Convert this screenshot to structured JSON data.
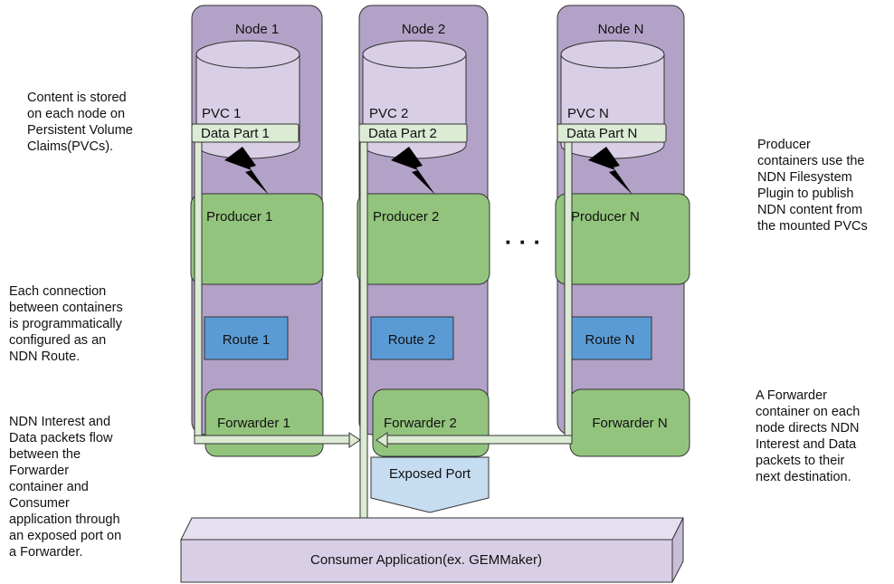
{
  "nodes": [
    {
      "title": "Node 1",
      "pvc": "PVC 1",
      "data_part": "Data Part 1",
      "producer": "Producer 1",
      "route": "Route 1",
      "forwarder": "Forwarder 1"
    },
    {
      "title": "Node 2",
      "pvc": "PVC 2",
      "data_part": "Data Part 2",
      "producer": "Producer 2",
      "route": "Route 2",
      "forwarder": "Forwarder 2"
    },
    {
      "title": "Node N",
      "pvc": "PVC N",
      "data_part": "Data Part N",
      "producer": "Producer N",
      "route": "Route N",
      "forwarder": "Forwarder N"
    }
  ],
  "ellipsis": "· · ·",
  "exposed_port": "Exposed Port",
  "consumer": "Consumer Application(ex. GEMMaker)",
  "notes": {
    "content": [
      "Content is stored",
      "on each node on",
      "Persistent Volume",
      "Claims(PVCs)."
    ],
    "connection": [
      "Each connection",
      "between containers",
      "is programmatically",
      "configured as an",
      "NDN Route."
    ],
    "packets": [
      "NDN Interest and",
      "Data packets flow",
      "between the",
      "Forwarder",
      "container and",
      "Consumer",
      "application through",
      "an exposed port on",
      "a Forwarder."
    ],
    "producer": [
      "Producer",
      "containers use the",
      "NDN Filesystem",
      "Plugin to publish",
      "NDN content from",
      "the mounted PVCs"
    ],
    "forwarder": [
      "A Forwarder",
      "container on each",
      "node directs NDN",
      "Interest and Data",
      "packets to their",
      "next destination."
    ]
  },
  "colors": {
    "node": "#b3a2c7",
    "pvc": "#d8cfe6",
    "data_part": "#dcebd4",
    "producer": "#93c47d",
    "route": "#5b9bd5",
    "forwarder": "#93c47d",
    "port": "#c6dcf0",
    "consumer": "#d8cfe6"
  }
}
